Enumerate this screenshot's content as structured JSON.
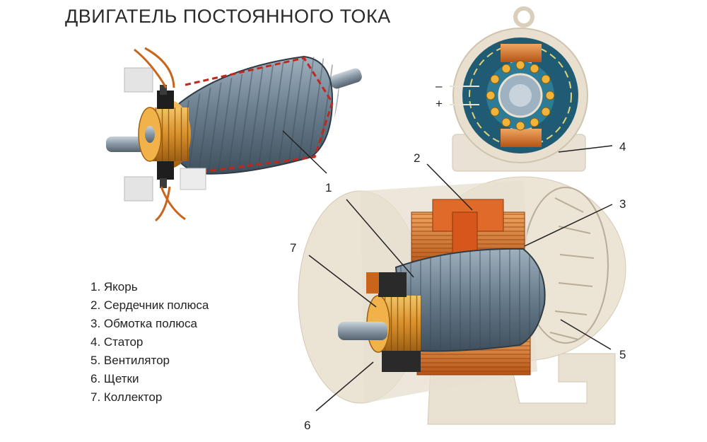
{
  "title": "ДВИГАТЕЛЬ ПОСТОЯННОГО ТОКА",
  "callouts": [
    "1",
    "2",
    "3",
    "4",
    "5",
    "6",
    "7"
  ],
  "terminals": [
    "–",
    "+"
  ],
  "legend": [
    "1. Якорь",
    "2. Сердечник полюса",
    "3. Обмотка полюса",
    "4. Статор",
    "5. Вентилятор",
    "6. Щетки",
    "7. Коллектор"
  ],
  "colors": {
    "copper": "#d9751f",
    "armature": "#6f8394",
    "stator": "#e8dfcf",
    "commutator": "#e4a437",
    "leader": "#222222"
  }
}
